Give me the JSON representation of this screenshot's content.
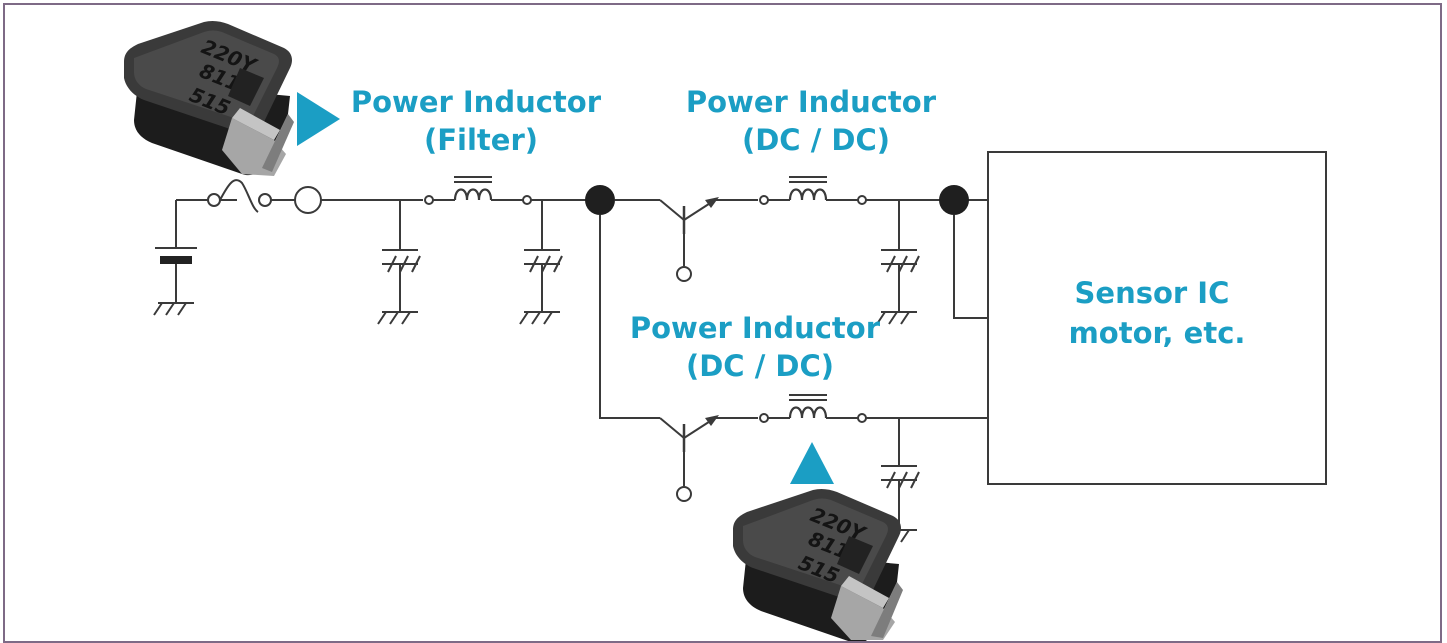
{
  "labels": {
    "filter_inductor": [
      "Power Inductor",
      "(Filter)"
    ],
    "dcdc_inductor_top": [
      "Power Inductor",
      "(DC / DC)"
    ],
    "dcdc_inductor_bottom": [
      "Power Inductor",
      "(DC / DC)"
    ],
    "load": [
      "Sensor IC",
      "motor, etc."
    ]
  },
  "chip_marking": [
    "220Y",
    "811",
    "515"
  ],
  "colors": {
    "accent": "#1b9ec4",
    "frame": "#7e6a86",
    "wire": "#3a3a3a",
    "chip_body": "#2b2b2b",
    "chip_terminal": "#9a9a9a"
  },
  "icons": {
    "arrow_right": "triangle-right-icon",
    "arrow_up": "triangle-up-icon"
  }
}
